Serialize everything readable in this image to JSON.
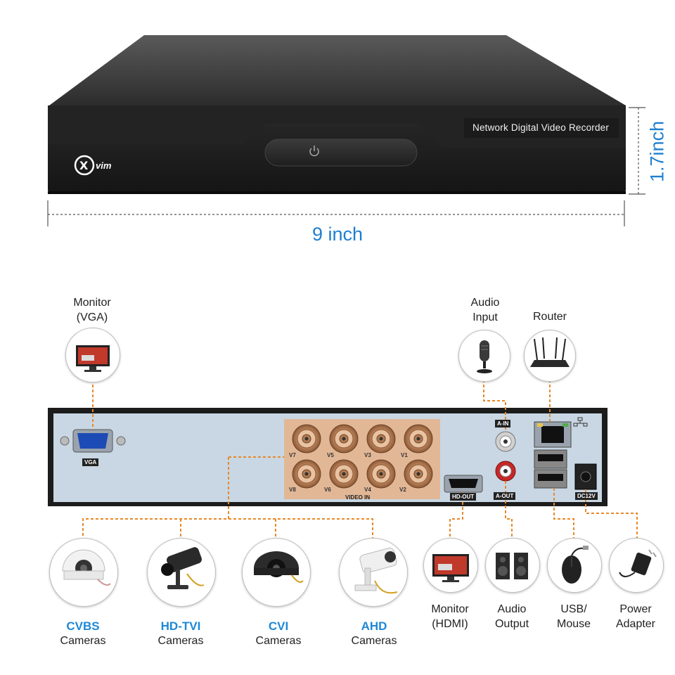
{
  "device": {
    "name": "Network Digital Video Recorder",
    "brand": "vim",
    "power_icon": "power-icon"
  },
  "dimensions": {
    "width": "9 inch",
    "height": "1.7inch"
  },
  "rear_panel": {
    "port_labels": {
      "vga": "VGA",
      "video_in": "VIDEO IN",
      "hd_out": "HD-OUT",
      "audio_in": "A-IN",
      "audio_out": "A-OUT",
      "dc": "DC12V"
    },
    "channels_top": [
      "V7",
      "V5",
      "V3",
      "V1"
    ],
    "channels_bottom": [
      "V8",
      "V6",
      "V4",
      "V2"
    ]
  },
  "peripherals_top": [
    {
      "line1": "Monitor",
      "line2": "(VGA)",
      "icon": "monitor-icon"
    },
    {
      "line1": "Audio",
      "line2": "Input",
      "icon": "microphone-icon"
    },
    {
      "line1": "Router",
      "line2": "",
      "icon": "router-icon"
    }
  ],
  "cameras": [
    {
      "type": "CVBS",
      "label": "Cameras",
      "icon": "dome-camera-icon"
    },
    {
      "type": "HD-TVI",
      "label": "Cameras",
      "icon": "bullet-camera-icon"
    },
    {
      "type": "CVI",
      "label": "Cameras",
      "icon": "black-dome-camera-icon"
    },
    {
      "type": "AHD",
      "label": "Cameras",
      "icon": "white-bullet-camera-icon"
    }
  ],
  "peripherals_bottom": [
    {
      "line1": "Monitor",
      "line2": "(HDMI)",
      "icon": "monitor-icon"
    },
    {
      "line1": "Audio",
      "line2": "Output",
      "icon": "speakers-icon"
    },
    {
      "line1": "USB/",
      "line2": "Mouse",
      "icon": "mouse-icon"
    },
    {
      "line1": "Power",
      "line2": "Adapter",
      "icon": "power-adapter-icon"
    }
  ],
  "colors": {
    "accent_blue": "#1e88d6",
    "connector_orange": "#e8882a",
    "panel_blue": "#c7d6e2",
    "bnc_copper": "#d9a37a"
  }
}
